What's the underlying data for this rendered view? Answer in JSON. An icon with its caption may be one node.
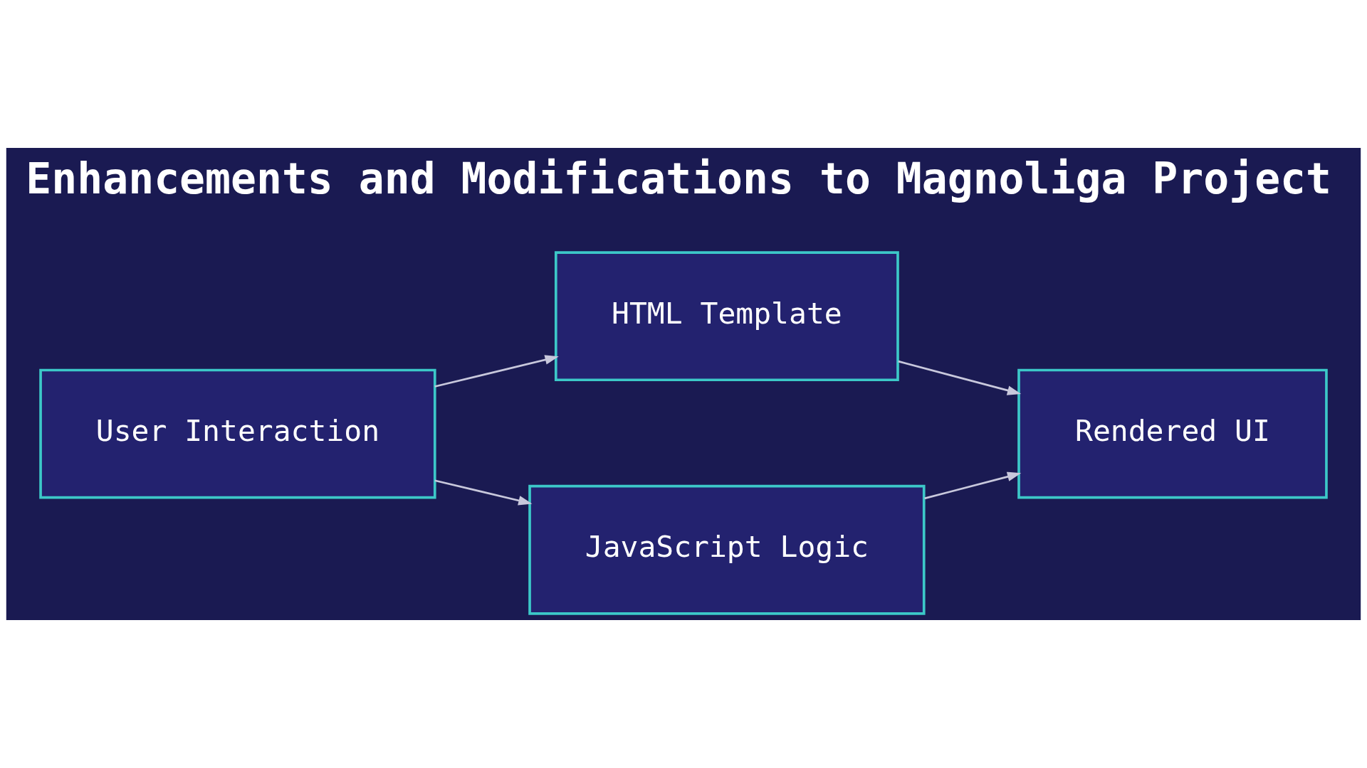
{
  "diagram": {
    "title": "Enhancements and Modifications to Magnoliga Project",
    "nodes": [
      {
        "text": [
          "User Interaction"
        ]
      },
      {
        "text": [
          "HTML Template"
        ]
      },
      {
        "text": [
          "JavaScript Logic"
        ]
      },
      {
        "text": [
          "Rendered UI"
        ]
      }
    ],
    "edges": [
      {
        "from": 0,
        "to": 1,
        "arrow": "to"
      },
      {
        "from": 0,
        "to": 2,
        "arrow": "to"
      },
      {
        "from": 1,
        "to": 3,
        "arrow": "to"
      },
      {
        "from": 2,
        "to": 3,
        "arrow": "to"
      }
    ]
  }
}
